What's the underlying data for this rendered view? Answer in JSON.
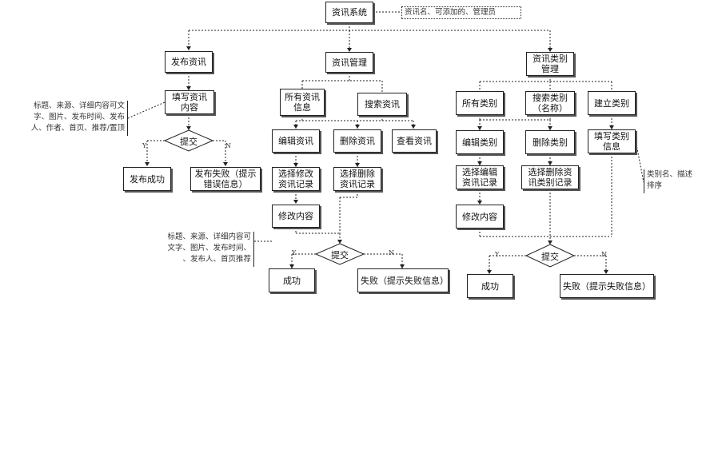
{
  "root": {
    "label": "资讯系统",
    "note": "资讯名、可添加的、管理员"
  },
  "branches": {
    "publish": {
      "label": "发布资讯",
      "fill": "填写资讯\n内容",
      "note": "标题、来源、详细内容可文\n字、图片、发布时间、发布\n人、作者、首页、推荐/置顶",
      "submit": "提交",
      "yes": "Y",
      "no": "N",
      "success": "发布成功",
      "fail": "发布失败（提示\n错误信息）"
    },
    "manage": {
      "label": "资讯管理",
      "all": "所有资讯\n信息",
      "search": "搜索资讯",
      "edit": "编辑资讯",
      "delete": "删除资讯",
      "view": "查看资讯",
      "select_edit": "选择修改\n资讯记录",
      "select_delete": "选择删除\n资讯记录",
      "modify": "修改内容",
      "note": "标题、来源、详细内容可\n文字、图片、发布时间、\n、发布人、首页推荐",
      "submit": "提交",
      "yes": "Y",
      "no": "N",
      "success": "成功",
      "fail": "失败（提示失败信息）"
    },
    "category": {
      "label": "资讯类别\n管理",
      "all": "所有类别",
      "search": "搜索类别\n（名称）",
      "create": "建立类别",
      "edit": "编辑类别",
      "delete": "删除类别",
      "fill": "填写类别\n信息",
      "select_edit": "选择编辑\n资讯记录",
      "select_delete": "选择删除资\n讯类别记录",
      "note": "类别名、描述\n排序",
      "modify": "修改内容",
      "submit": "提交",
      "yes": "Y",
      "no": "N",
      "success": "成功",
      "fail": "失败（提示失败信息）"
    }
  }
}
